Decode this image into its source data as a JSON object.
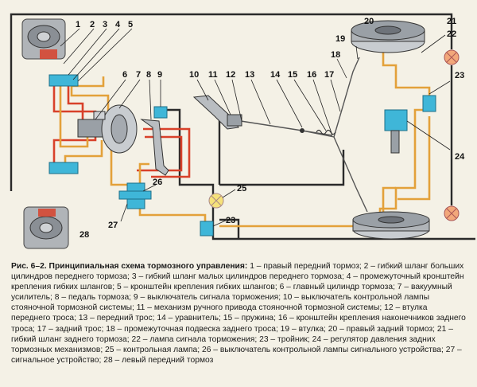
{
  "labels": {
    "n1": "1",
    "n2": "2",
    "n3": "3",
    "n4": "4",
    "n5": "5",
    "n6": "6",
    "n7": "7",
    "n8": "8",
    "n9": "9",
    "n10": "10",
    "n11": "11",
    "n12": "12",
    "n13": "13",
    "n14": "14",
    "n15": "15",
    "n16": "16",
    "n17": "17",
    "n18": "18",
    "n19": "19",
    "n20": "20",
    "n21": "21",
    "n22": "22",
    "n23a": "23",
    "n23b": "23",
    "n24": "24",
    "n25": "25",
    "n26": "26",
    "n27": "27",
    "n28": "28"
  },
  "caption": {
    "title": "Рис. 6–2. Принципиальная схема тормозного управления:",
    "body": " 1 – правый передний тормоз; 2 – гибкий шланг больших цилиндров переднего тормоза; 3 – гибкий шланг малых цилиндров переднего тормоза; 4 – промежуточный кронштейн крепления гибких шлангов; 5 – кронштейн крепления гибких шлангов; 6 – главный цилиндр тормоза; 7 – вакуумный усилитель; 8 – педаль тормоза; 9 – выключатель сигнала торможения; 10 – выключатель контрольной лампы стояночной тормозной системы; 11 – механизм ручного привода стояночной тормозной системы; 12 – втулка переднего троса; 13 – передний трос; 14 – уравнитель; 15 – пружина; 16 – кронштейн крепления наконечников заднего троса; 17 – задний трос; 18 – промежуточная подвеска заднего троса; 19 – втулка; 20 – правый задний тормоз; 21 – гибкий шланг заднего тормоза; 22 – лампа сигнала торможения; 23 – тройник; 24 – регулятор давления задних тормозных механизмов; 25 – контрольная лампа; 26 – выключатель контрольной лампы сигнального устройства; 27 – сигнальное устройство; 28 – левый передний тормоз"
  },
  "colors": {
    "background": "#f4f1e6",
    "brake_line_red": "#d8412a",
    "brake_line_orange": "#e3a13a",
    "wire_dark": "#2a2a2a",
    "lamp_yellow": "#f6e27a",
    "lamp_orange": "#f2a77a",
    "part_blue": "#3fb6d8"
  }
}
